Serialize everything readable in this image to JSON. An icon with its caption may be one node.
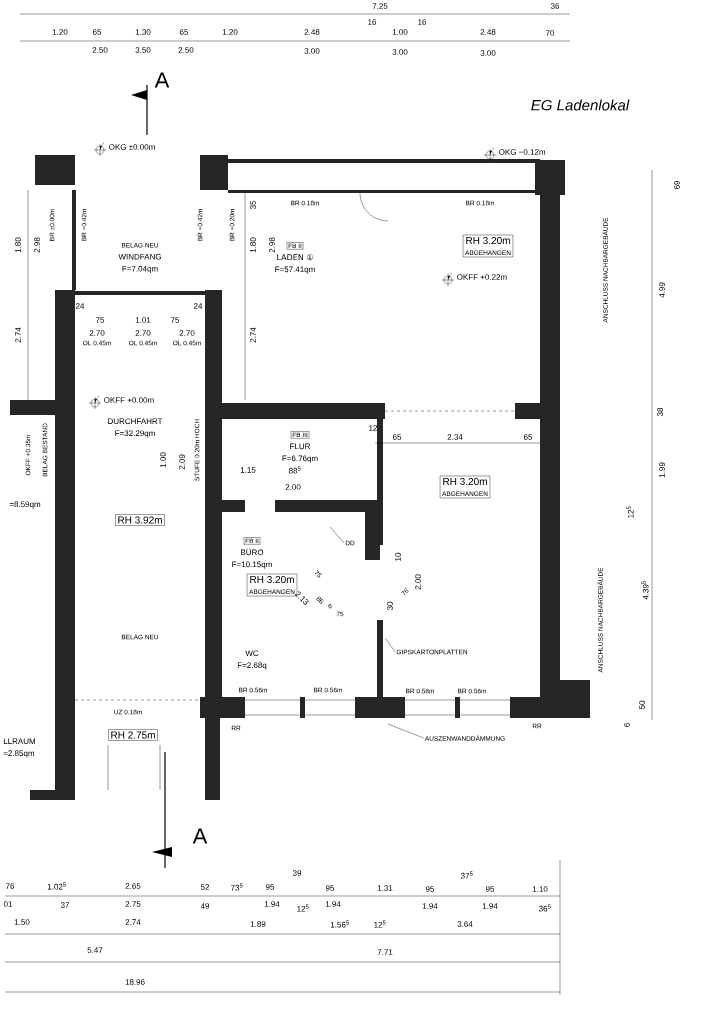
{
  "diagram": {
    "nodes": [
      {
        "text": [
          "BELAG NEU",
          "WINDFANG",
          "F=7.04qm"
        ]
      },
      {
        "text": [
          "FB II",
          "LADEN ①",
          "F=57.41qm"
        ]
      },
      {
        "text": [
          "RH 3.20m",
          "ABGEHANGEN"
        ]
      },
      {
        "text": [
          "DURCHFAHRT",
          "F=32.29qm"
        ]
      },
      {
        "text": [
          "RH 3.92m"
        ]
      },
      {
        "text": [
          "FB III",
          "FLUR",
          "F=6.76qm"
        ]
      },
      {
        "text": [
          "RH 3.20m",
          "ABGEHANGEN"
        ]
      },
      {
        "text": [
          "FB II",
          "BÜRO",
          "F=10.15qm"
        ]
      },
      {
        "text": [
          "RH 3.20m",
          "ABGEHANGEN"
        ]
      },
      {
        "text": [
          "WC",
          "F=2.68q"
        ]
      },
      {
        "text": [
          "RH 2.75m"
        ]
      },
      {
        "text": [
          "LLRAUM",
          "=2.85qm"
        ]
      },
      {
        "text": [
          "GIPSKARTONPLATTEN"
        ]
      },
      {
        "text": [
          "AUSZENWANDDÄMMUNG"
        ]
      },
      {
        "text": [
          "DD"
        ]
      }
    ],
    "edges": [
      {
        "from": 12,
        "to": null,
        "arrow": "none"
      },
      {
        "from": 13,
        "to": null,
        "arrow": "none"
      },
      {
        "from": 14,
        "to": null,
        "arrow": "none"
      }
    ],
    "labels": [
      "7.25",
      "36",
      "1.20",
      "65",
      "1.30",
      "65",
      "1.20",
      "2.48",
      "16",
      "1.00",
      "16",
      "2.48",
      "70",
      "2.50",
      "3.50",
      "2.50",
      "3.00",
      "3.00",
      "3.00",
      "A",
      "EG Ladenlokal",
      "OKG ±0.00m",
      "OKG −0.12m",
      "1.80",
      "2.98",
      "BR ±0.00m",
      "BR +0.42m",
      "BR +0.42m",
      "BR +0.20m",
      "35",
      "BR 0.18m",
      "BR 0.18m",
      "1.80",
      "2.98",
      "69",
      "ANSCHLUSS NACHBARGEBÄUDE",
      "4.99",
      "OKFF +0.22m",
      "24",
      "24",
      "75",
      "1.01",
      "75",
      "2.70",
      "2.70",
      "2.70",
      "OL 0.45m",
      "OL 0.45m",
      "OL 0.45m",
      "2.74",
      "2.74",
      "OKFF +0.00m",
      "38",
      "12",
      "65",
      "2.34",
      "65",
      "OKFF +0.35m",
      "BELAG BESTAND",
      "1.00",
      "2.09",
      "STUFE 0.20m HOCH",
      "1.15",
      "88$^{5}$",
      "1.99",
      "2.00",
      "=8.59qm",
      "12$^{5}$",
      "75",
      "2.13",
      "86",
      "6",
      "75",
      "10",
      "2.00",
      "76",
      "30",
      "4.39$^{5}$",
      "ANSCHLUSS NACHBARGEBÄUDE",
      "BELAG NEU",
      "BR 0.56m",
      "BR 0.56m",
      "BR 0.56m",
      "BR 0.56m",
      "50",
      "6",
      "UZ 0.18m",
      "RR",
      "RR",
      "A",
      "76",
      "1.02$^{5}$",
      "2.65",
      "52",
      "73$^{5}$",
      "95",
      "39",
      "95",
      "1.31",
      "95",
      "37$^{5}$",
      "95",
      "1.10",
      "01",
      "37",
      "2.75",
      "49",
      "1.94",
      "12$^{5}$",
      "1.94",
      "1.94",
      "1.94",
      "36$^{5}$",
      "1.50",
      "2.74",
      "1.89",
      "1.56$^{5}$",
      "12$^{5}$",
      "3.64",
      "5.47",
      "7.71",
      "18.96"
    ]
  }
}
